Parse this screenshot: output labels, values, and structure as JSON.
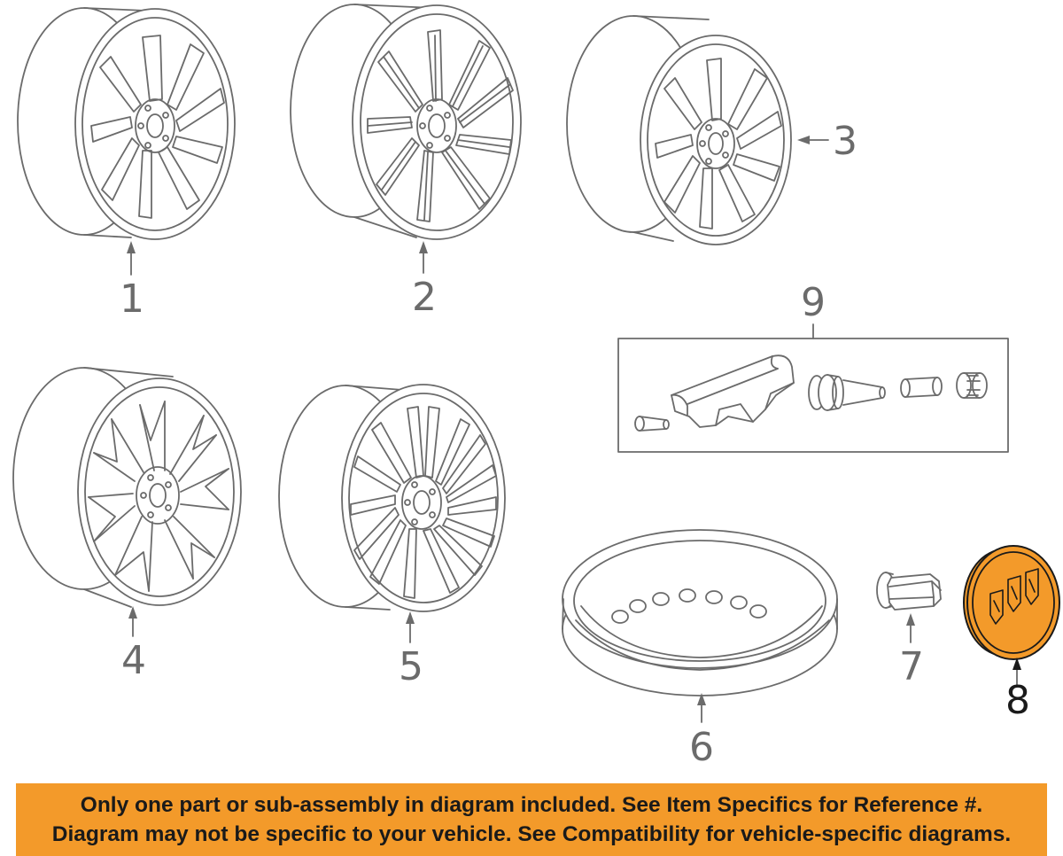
{
  "callouts": {
    "c1": "1",
    "c2": "2",
    "c3": "3",
    "c4": "4",
    "c5": "5",
    "c6": "6",
    "c7": "7",
    "c8": "8",
    "c9": "9"
  },
  "colors": {
    "line": "#6b6b6b",
    "highlight": "#f39a2a",
    "banner": "#f39a2a"
  },
  "notice": {
    "line1": "Only one part or sub-assembly in diagram included. See Item Specifics for Reference #.",
    "line2": "Diagram may not be specific to your vehicle. See Compatibility for vehicle-specific diagrams."
  }
}
